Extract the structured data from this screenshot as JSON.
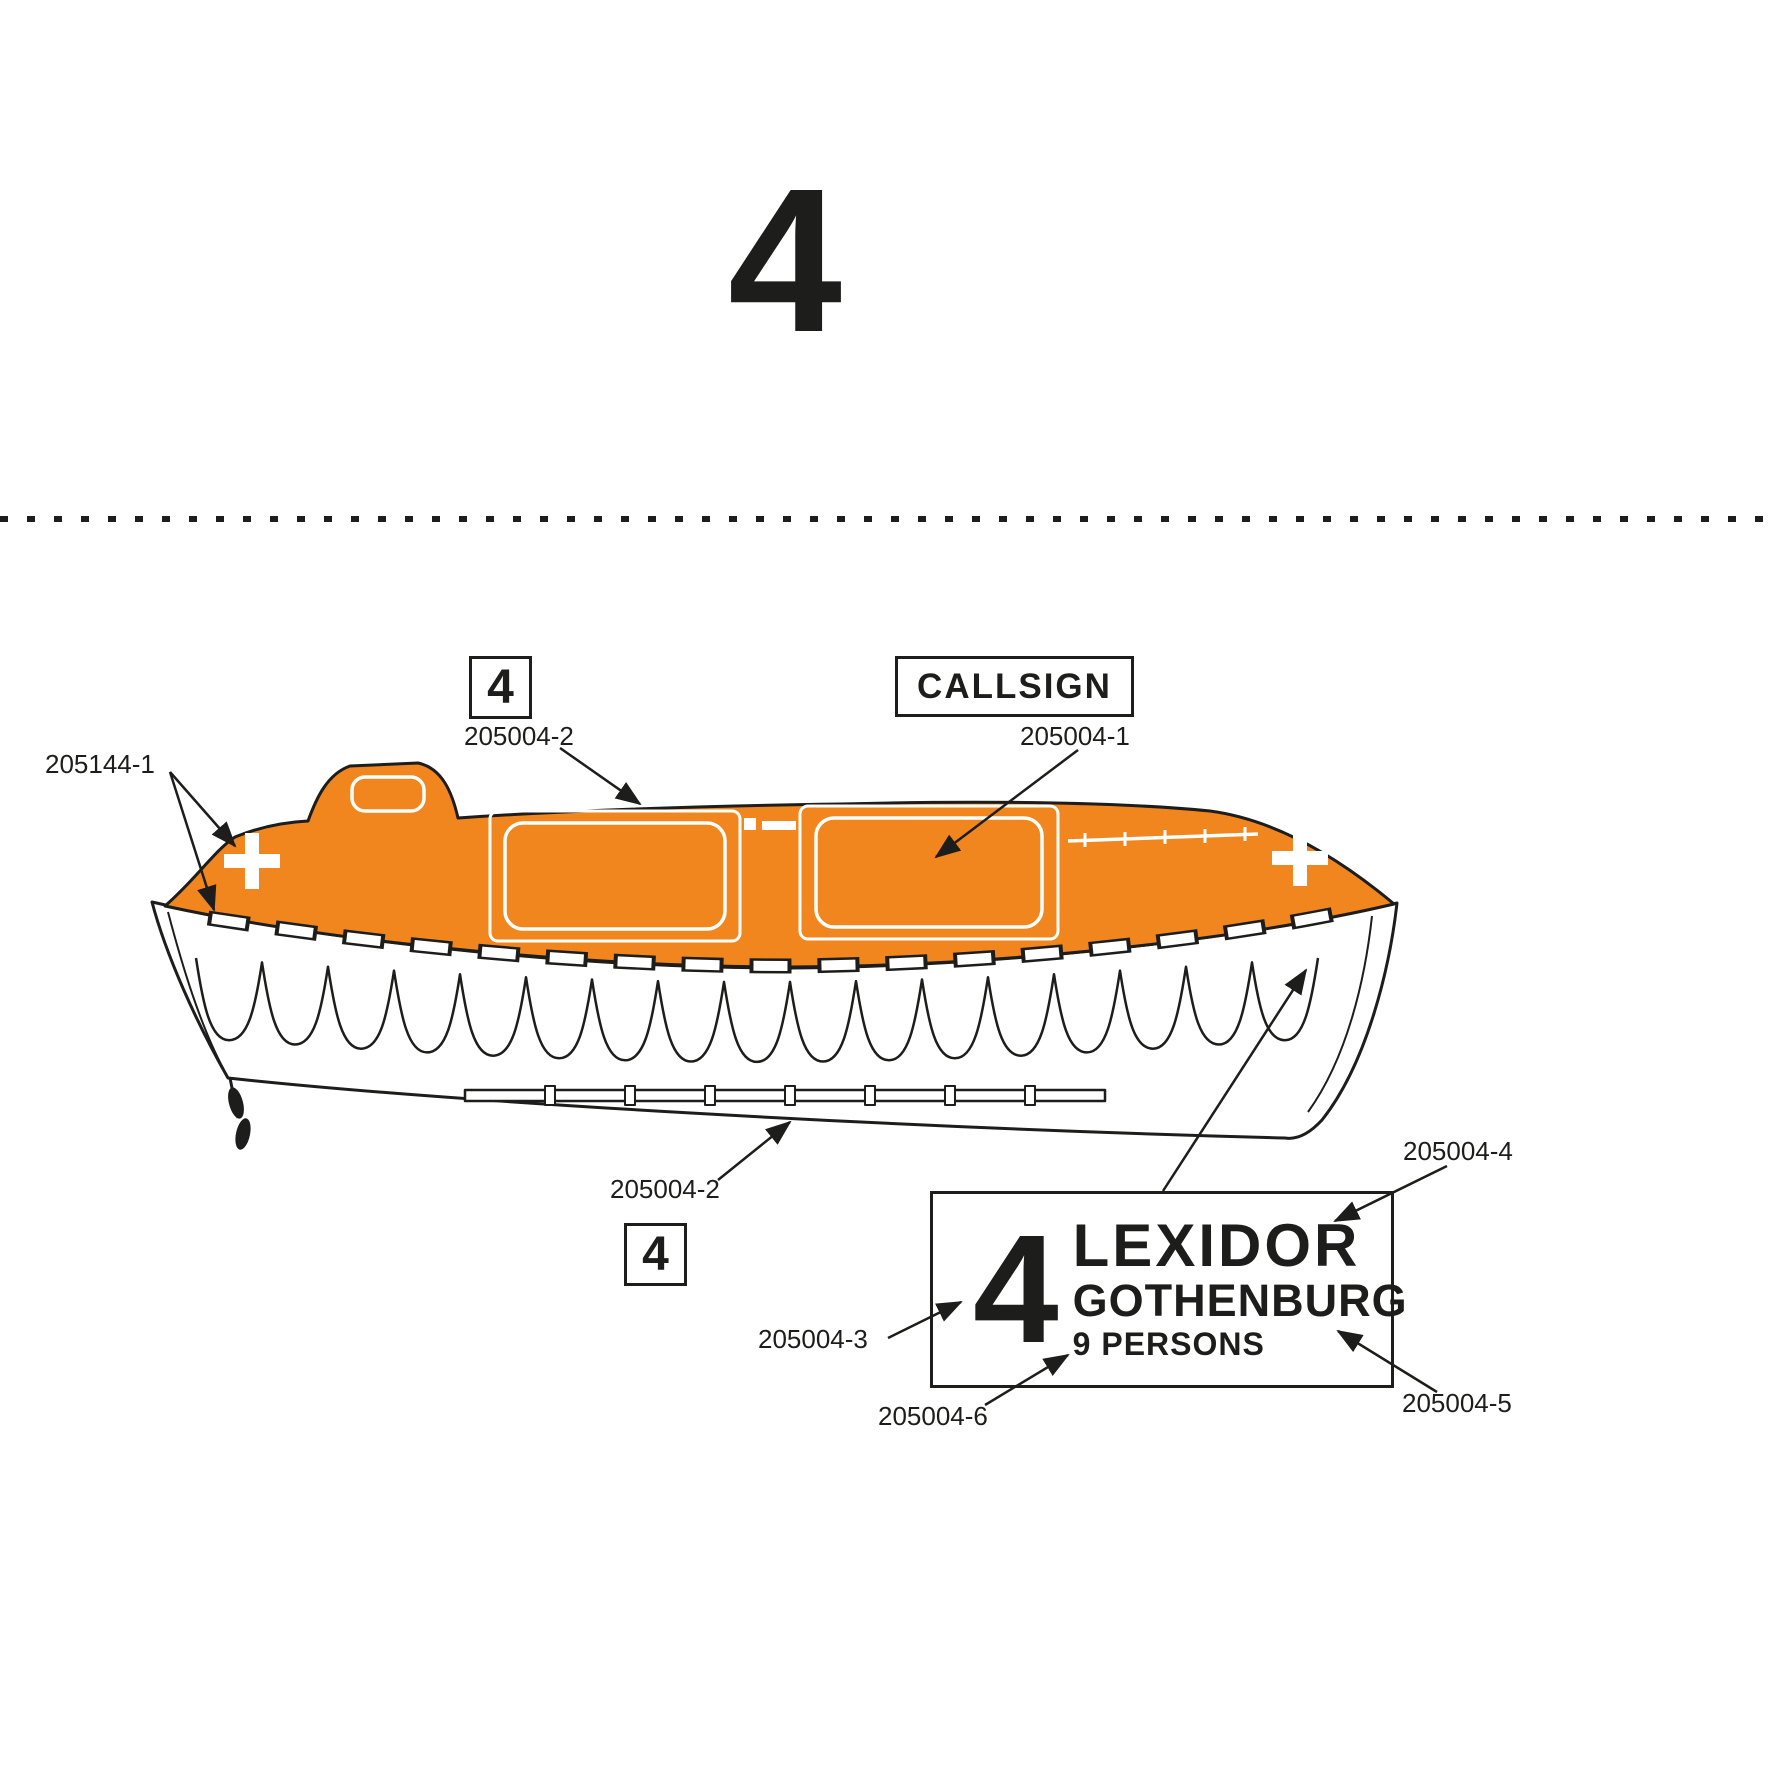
{
  "sheet": {
    "number": "4"
  },
  "colors": {
    "orange": "#F0861D",
    "ink": "#1D1D1B"
  },
  "callouts": {
    "top_marking": {
      "number": "4",
      "part": "205004-2"
    },
    "callsign": {
      "label": "CALLSIGN",
      "part": "205004-1"
    },
    "cross_marking": {
      "part": "205144-1"
    },
    "bottom_marking": {
      "part": "205004-2",
      "number": "4"
    },
    "plate_top": {
      "part": "205004-4"
    },
    "plate_number": {
      "part": "205004-3"
    },
    "plate_persons": {
      "part": "205004-6"
    },
    "plate_side": {
      "part": "205004-5"
    }
  },
  "name_plate": {
    "number": "4",
    "vessel_name": "LEXIDOR",
    "home_port": "GOTHENBURG",
    "capacity": "9 PERSONS"
  }
}
